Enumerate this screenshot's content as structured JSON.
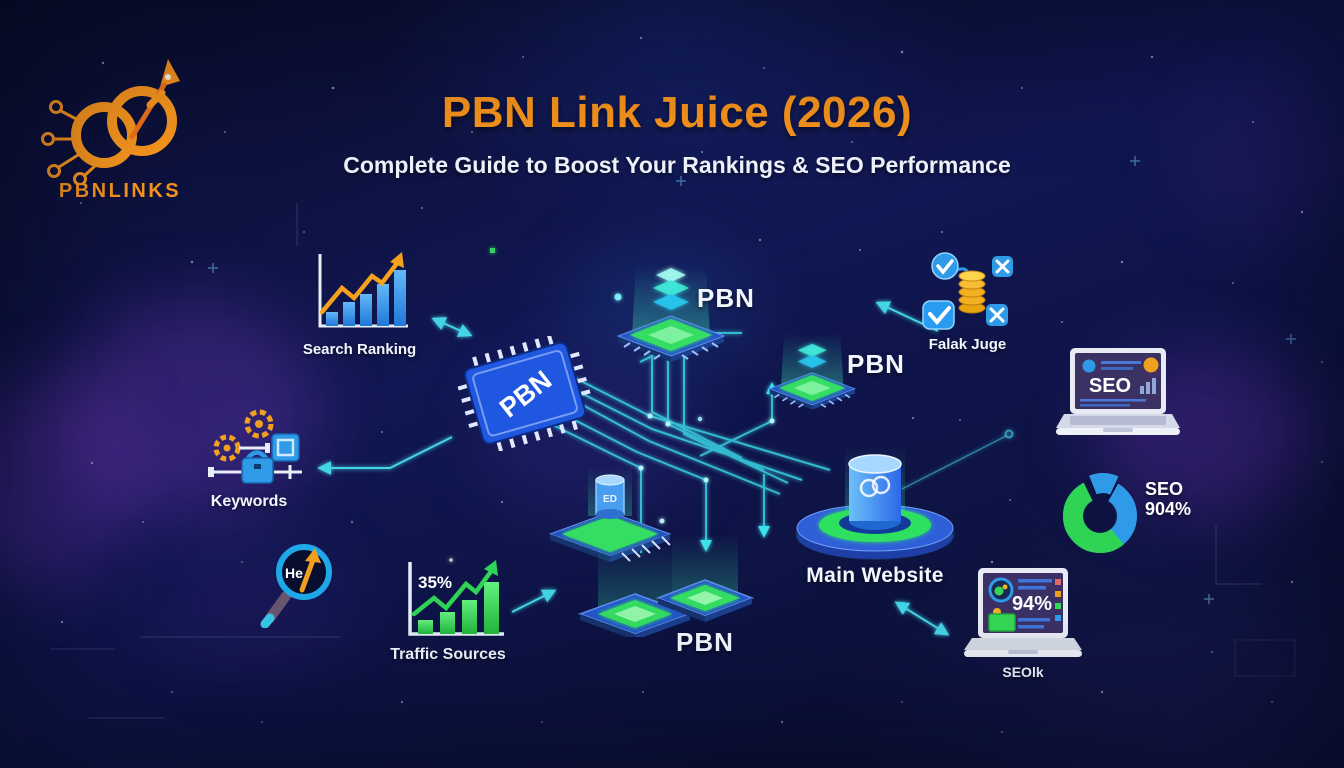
{
  "brand": {
    "name": "PBNLINKS"
  },
  "header": {
    "title": "PBN Link Juice (2026)",
    "subtitle": "Complete Guide to Boost Your Rankings & SEO Performance"
  },
  "nodes": {
    "search_ranking": {
      "label": "Search Ranking"
    },
    "central_chip": {
      "label": "PBN"
    },
    "pbn_top": {
      "label": "PBN"
    },
    "pbn_mid": {
      "label": "PBN"
    },
    "pbn_bottom": {
      "label": "PBN"
    },
    "falak_juge": {
      "label": "Falak Juge"
    },
    "seo_laptop": {
      "screen_title": "SEO"
    },
    "seo_pie": {
      "title": "SEO",
      "value": "904%"
    },
    "main_website": {
      "label": "Main Website"
    },
    "keywords": {
      "label": "Keywords"
    },
    "magnifier": {
      "lens_text": "He"
    },
    "traffic_sources": {
      "label": "Traffic Sources",
      "value": "35%"
    },
    "analytics_laptop": {
      "screen_value": "94%",
      "label": "SEOlk"
    },
    "ed_cylinder": {
      "text": "ED"
    }
  },
  "colors": {
    "background": "#0c1034",
    "accent_orange": "#f5941e",
    "accent_cyan": "#3ce0ee",
    "accent_green": "#35dd62",
    "chip_blue": "#2456c8",
    "text_white": "#f2f6ff"
  }
}
